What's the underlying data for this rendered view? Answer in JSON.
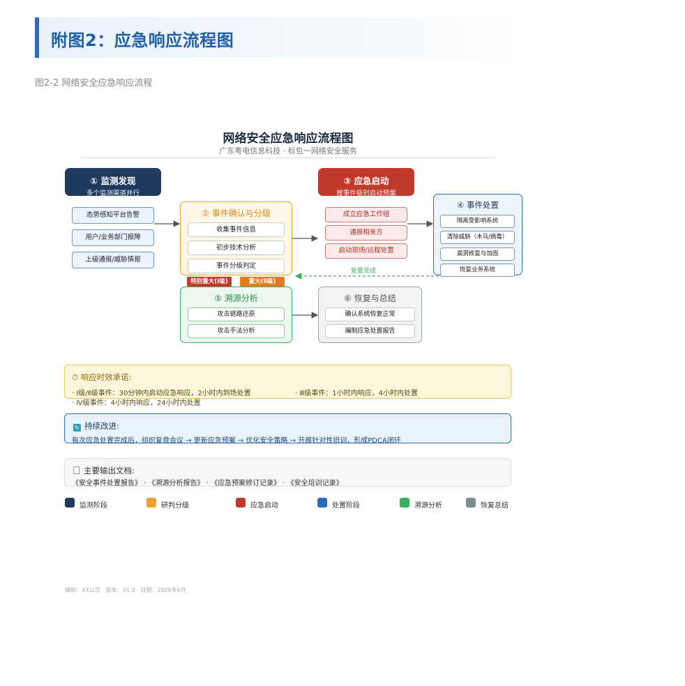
{
  "page": {
    "title": "附图2：应急响应流程图",
    "caption": "图2-2 网络安全应急响应流程",
    "footer": "编制：XX公司 · 版本：V1.0 · 日期：2026年6月"
  },
  "diagram": {
    "title": "网络安全应急响应流程图",
    "subtitle": "广东粤电信息科技 · 标包一网络安全服务",
    "stage1": {
      "title": "① 监测发现",
      "sub": "多个监测渠道并行",
      "items": [
        "态势感知平台告警",
        "用户/业务部门报障",
        "上级通报/威胁情报"
      ],
      "color": "#1e3a5f"
    },
    "stage2": {
      "title": "② 事件确认与分级",
      "items": [
        "收集事件信息",
        "初步技术分析",
        "事件分级判定"
      ],
      "color": "#f0a030"
    },
    "stage3": {
      "title": "③ 应急启动",
      "sub": "按事件级别启动预案",
      "items": [
        "成立应急工作组",
        "通报相关方",
        "启动现场/远程处置"
      ],
      "color": "#c0392b"
    },
    "stage4": {
      "title": "④ 事件处置",
      "items": [
        "隔离受影响系统",
        "清除威胁（木马/病毒）",
        "漏洞修复与加固",
        "恢复业务系统"
      ],
      "color": "#2a6ebb"
    },
    "stage5": {
      "title": "⑤ 溯源分析",
      "items": [
        "攻击链路还原",
        "攻击手法分析"
      ],
      "color": "#3bb060"
    },
    "stage6": {
      "title": "⑥ 恢复与总结",
      "items": [
        "确认系统恢复正常",
        "编制应急处置报告"
      ],
      "color": "#7f8c8d"
    },
    "tags": [
      "特别重大(Ⅰ级)",
      "重大(Ⅱ级)"
    ],
    "feedback_label": "处置完成"
  },
  "response": {
    "title": "⏱ 响应时效承诺:",
    "line1a": "· Ⅰ级/Ⅱ级事件：30分钟内启动应急响应，2小时内到场处置",
    "line1b": "· Ⅲ级事件：1小时内响应，4小时内处置",
    "line2": "· Ⅳ级事件：4小时内响应，24小时内处置"
  },
  "improve": {
    "title": "持续改进:",
    "line": "每次应急处置完成后，组织复盘会议 → 更新应急预案 → 优化安全策略 → 开展针对性培训，形成PDCA闭环"
  },
  "outputs": {
    "title": "主要输出文档:",
    "line": "《安全事件处置报告》 · 《溯源分析报告》 · 《应急预案修订记录》 · 《安全培训记录》"
  },
  "legend": [
    {
      "label": "监测阶段",
      "color": "#1e3a5f"
    },
    {
      "label": "研判分级",
      "color": "#f0a030"
    },
    {
      "label": "应急启动",
      "color": "#c0392b"
    },
    {
      "label": "处置阶段",
      "color": "#2a6ebb"
    },
    {
      "label": "溯源分析",
      "color": "#3bb060"
    },
    {
      "label": "恢复总结",
      "color": "#7f8c8d"
    }
  ]
}
